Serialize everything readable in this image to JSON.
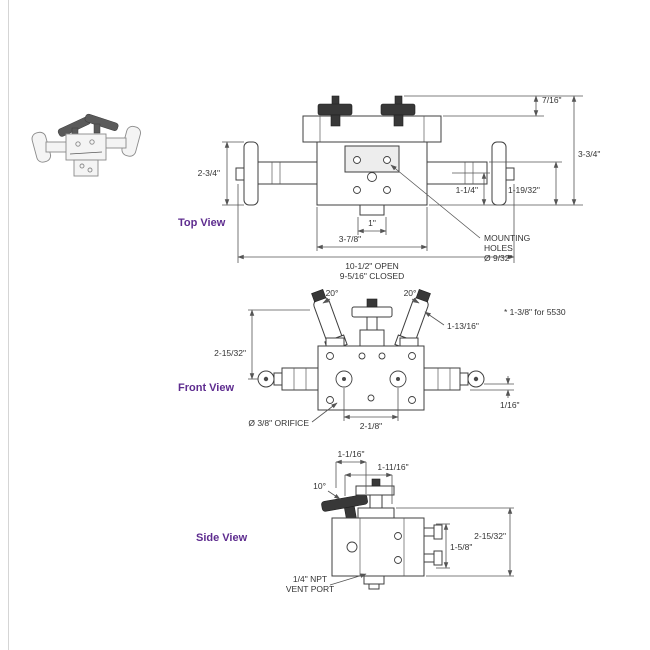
{
  "colors": {
    "accent": "#5e2c8f",
    "line": "#444444"
  },
  "views": {
    "top": {
      "label": "Top View"
    },
    "front": {
      "label": "Front View"
    },
    "side": {
      "label": "Side View"
    }
  },
  "dims": {
    "top": {
      "d_7_16": "7/16\"",
      "d_3_3_4": "3-3/4\"",
      "d_2_3_4": "2-3/4\"",
      "d_1_1_4": "1-1/4\"",
      "d_1_19_32": "1-19/32\"",
      "d_1": "1\"",
      "d_3_7_8": "3-7/8\"",
      "open": "10-1/2\" OPEN",
      "closed": "9-5/16\" CLOSED",
      "mount1": "MOUNTING",
      "mount2": "HOLES",
      "mount3": "Ø 9/32\""
    },
    "front": {
      "angle_l": "20°",
      "angle_r": "20°",
      "d_1_13_16": "1-13/16\"",
      "note_5530": "* 1-3/8\" for 5530",
      "d_2_15_32": "2-15/32\"",
      "orifice": "Ø 3/8\" ORIFICE",
      "d_2_1_8": "2-1/8\"",
      "d_1_16": "1/16\""
    },
    "side": {
      "d_1_1_16": "1-1/16\"",
      "d_1_11_16": "1-11/16\"",
      "angle": "10°",
      "d_1_5_8": "1-5/8\"",
      "d_2_15_32": "2-15/32\"",
      "vent1": "1/4\" NPT",
      "vent2": "VENT PORT"
    }
  }
}
